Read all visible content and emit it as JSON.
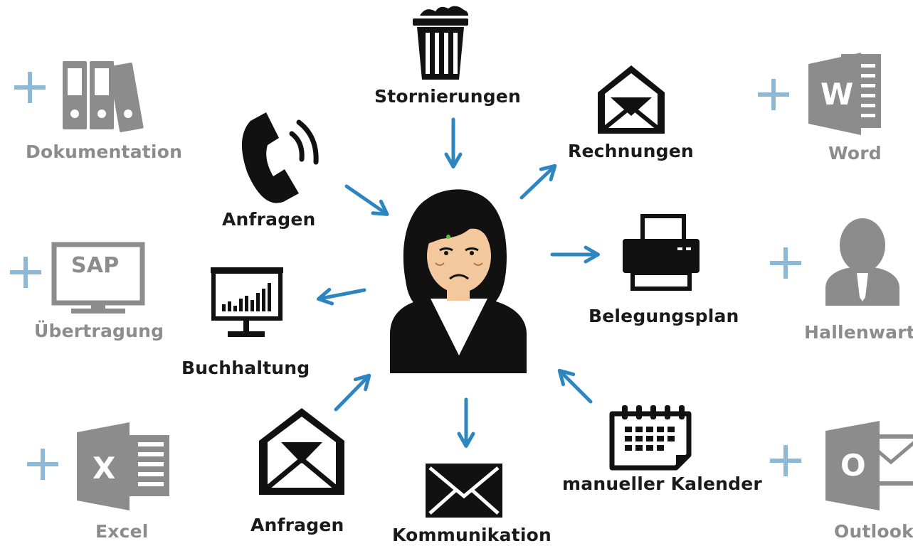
{
  "center": {
    "icon": "stressed-woman"
  },
  "core_tasks": [
    {
      "id": "stornierungen",
      "label": "Stornierungen",
      "icon": "trash-icon",
      "direction": "in"
    },
    {
      "id": "rechnungen",
      "label": "Rechnungen",
      "icon": "open-envelope-icon",
      "direction": "out"
    },
    {
      "id": "belegungsplan",
      "label": "Belegungsplan",
      "icon": "printer-icon",
      "direction": "out"
    },
    {
      "id": "kalender",
      "label": "manueller Kalender",
      "icon": "calendar-icon",
      "direction": "in"
    },
    {
      "id": "kommunikation",
      "label": "Kommunikation",
      "icon": "envelope-icon",
      "direction": "out"
    },
    {
      "id": "anfragen-mail",
      "label": "Anfragen",
      "icon": "open-envelope-icon",
      "direction": "in"
    },
    {
      "id": "buchhaltung",
      "label": "Buchhaltung",
      "icon": "presentation-chart-icon",
      "direction": "out"
    },
    {
      "id": "anfragen-telefon",
      "label": "Anfragen",
      "icon": "phone-icon",
      "direction": "in"
    }
  ],
  "extras": [
    {
      "id": "dokumentation",
      "label": "Dokumentation",
      "icon": "binders-icon",
      "prefix": "+"
    },
    {
      "id": "uebertragung",
      "label": "Übertragung",
      "icon": "monitor-icon",
      "prefix": "+",
      "screen_text": "SAP"
    },
    {
      "id": "excel",
      "label": "Excel",
      "icon": "excel-icon",
      "prefix": "+",
      "badge": "X"
    },
    {
      "id": "word",
      "label": "Word",
      "icon": "word-icon",
      "prefix": "+",
      "badge": "W"
    },
    {
      "id": "hallenwart",
      "label": "Hallenwart",
      "icon": "person-icon",
      "prefix": "+"
    },
    {
      "id": "outlook",
      "label": "Outlook",
      "icon": "outlook-icon",
      "prefix": "+",
      "badge": "O"
    }
  ],
  "colors": {
    "arrow": "#2e86c1",
    "plus": "#8db8d6",
    "grey": "#8c8c8c",
    "dark": "#1a1a1a"
  }
}
